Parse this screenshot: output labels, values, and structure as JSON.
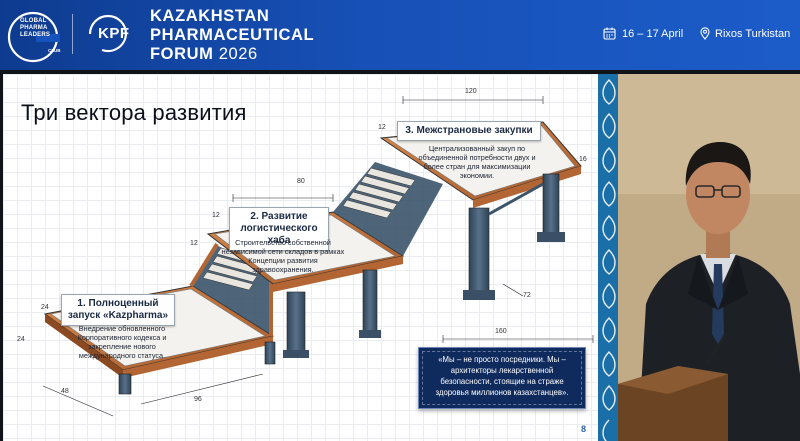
{
  "banner": {
    "gpl_logo_text": "GLOBAL\nPHARMA\nLEADERS",
    "gpl_club": "CLUB",
    "kpf_logo_text": "KPF",
    "forum_title_line1": "KAZAKHSTAN",
    "forum_title_line2": "PHARMACEUTICAL",
    "forum_title_line3": "FORUM",
    "forum_year": "2026",
    "date": "16 – 17 April",
    "location": "Rixos Turkistan",
    "calendar_icon": "calendar-icon",
    "location_icon": "map-pin-icon",
    "colors": {
      "banner": "#1750b6",
      "text": "#ffffff"
    }
  },
  "slide": {
    "title": "Три вектора развития",
    "page_number": "8",
    "steps": [
      {
        "label": "1. Полноценный запуск «Kazpharma»",
        "description": "Внедрение обновленного Корпоративного кодекса и закрепление нового международного статуса."
      },
      {
        "label": "2. Развитие логистического хаба",
        "description": "Строительство собственной независимой сети складов в рамках Концепции развития здравоохранения."
      },
      {
        "label": "3. Межстрановые закупки",
        "description": "Централизованный закуп по объединенной потребности двух и более стран для максимизации экономии."
      }
    ],
    "dimensions": [
      "120",
      "16",
      "80",
      "12",
      "12",
      "12",
      "24",
      "24",
      "48",
      "96",
      "160",
      "72"
    ],
    "quote": "«Мы – не просто посредники. Мы – архитекторы лекарственной безопасности, стоящие на страже здоровья миллионов казахстанцев».",
    "colors": {
      "platform": "#c9793f",
      "steel": "#3d5468",
      "quote_bg": "#0f2a5c"
    }
  },
  "photo": {
    "subject": "speaker"
  }
}
